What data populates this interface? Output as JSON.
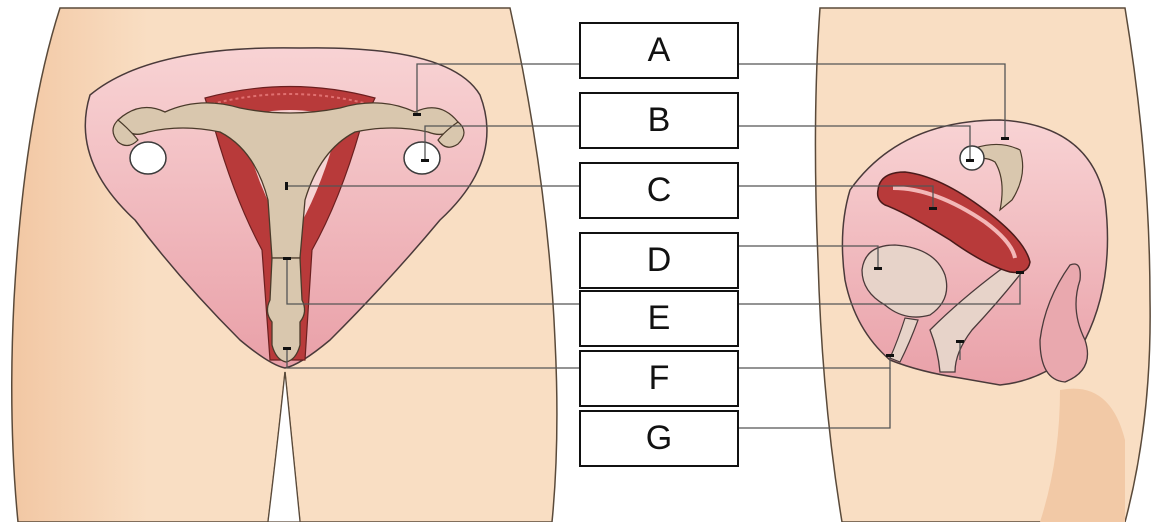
{
  "labels": [
    {
      "id": "A",
      "text": "A"
    },
    {
      "id": "B",
      "text": "B"
    },
    {
      "id": "C",
      "text": "C"
    },
    {
      "id": "D",
      "text": "D"
    },
    {
      "id": "E",
      "text": "E"
    },
    {
      "id": "F",
      "text": "F"
    },
    {
      "id": "G",
      "text": "G"
    }
  ],
  "colors": {
    "skin": "#F9DEC2",
    "skin_shadow": "#F2C9A6",
    "pelvis_pink": "#F3C3C7",
    "tissue_beige": "#D9C7AE",
    "muscle_red": "#B83A3A",
    "ovary_white": "#FFFFFF",
    "outline": "#3A3A3A",
    "leader_line": "#555555"
  }
}
